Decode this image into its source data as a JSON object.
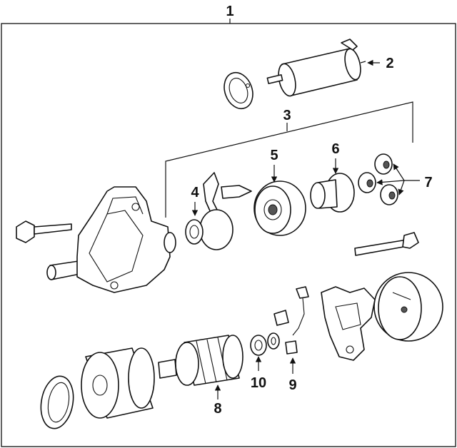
{
  "diagram": {
    "callouts": {
      "c1": "1",
      "c2": "2",
      "c3": "3",
      "c4": "4",
      "c5": "5",
      "c6": "6",
      "c7": "7",
      "c8": "8",
      "c9": "9",
      "c10": "10"
    },
    "colors": {
      "ink": "#111111",
      "background": "#ffffff"
    }
  }
}
